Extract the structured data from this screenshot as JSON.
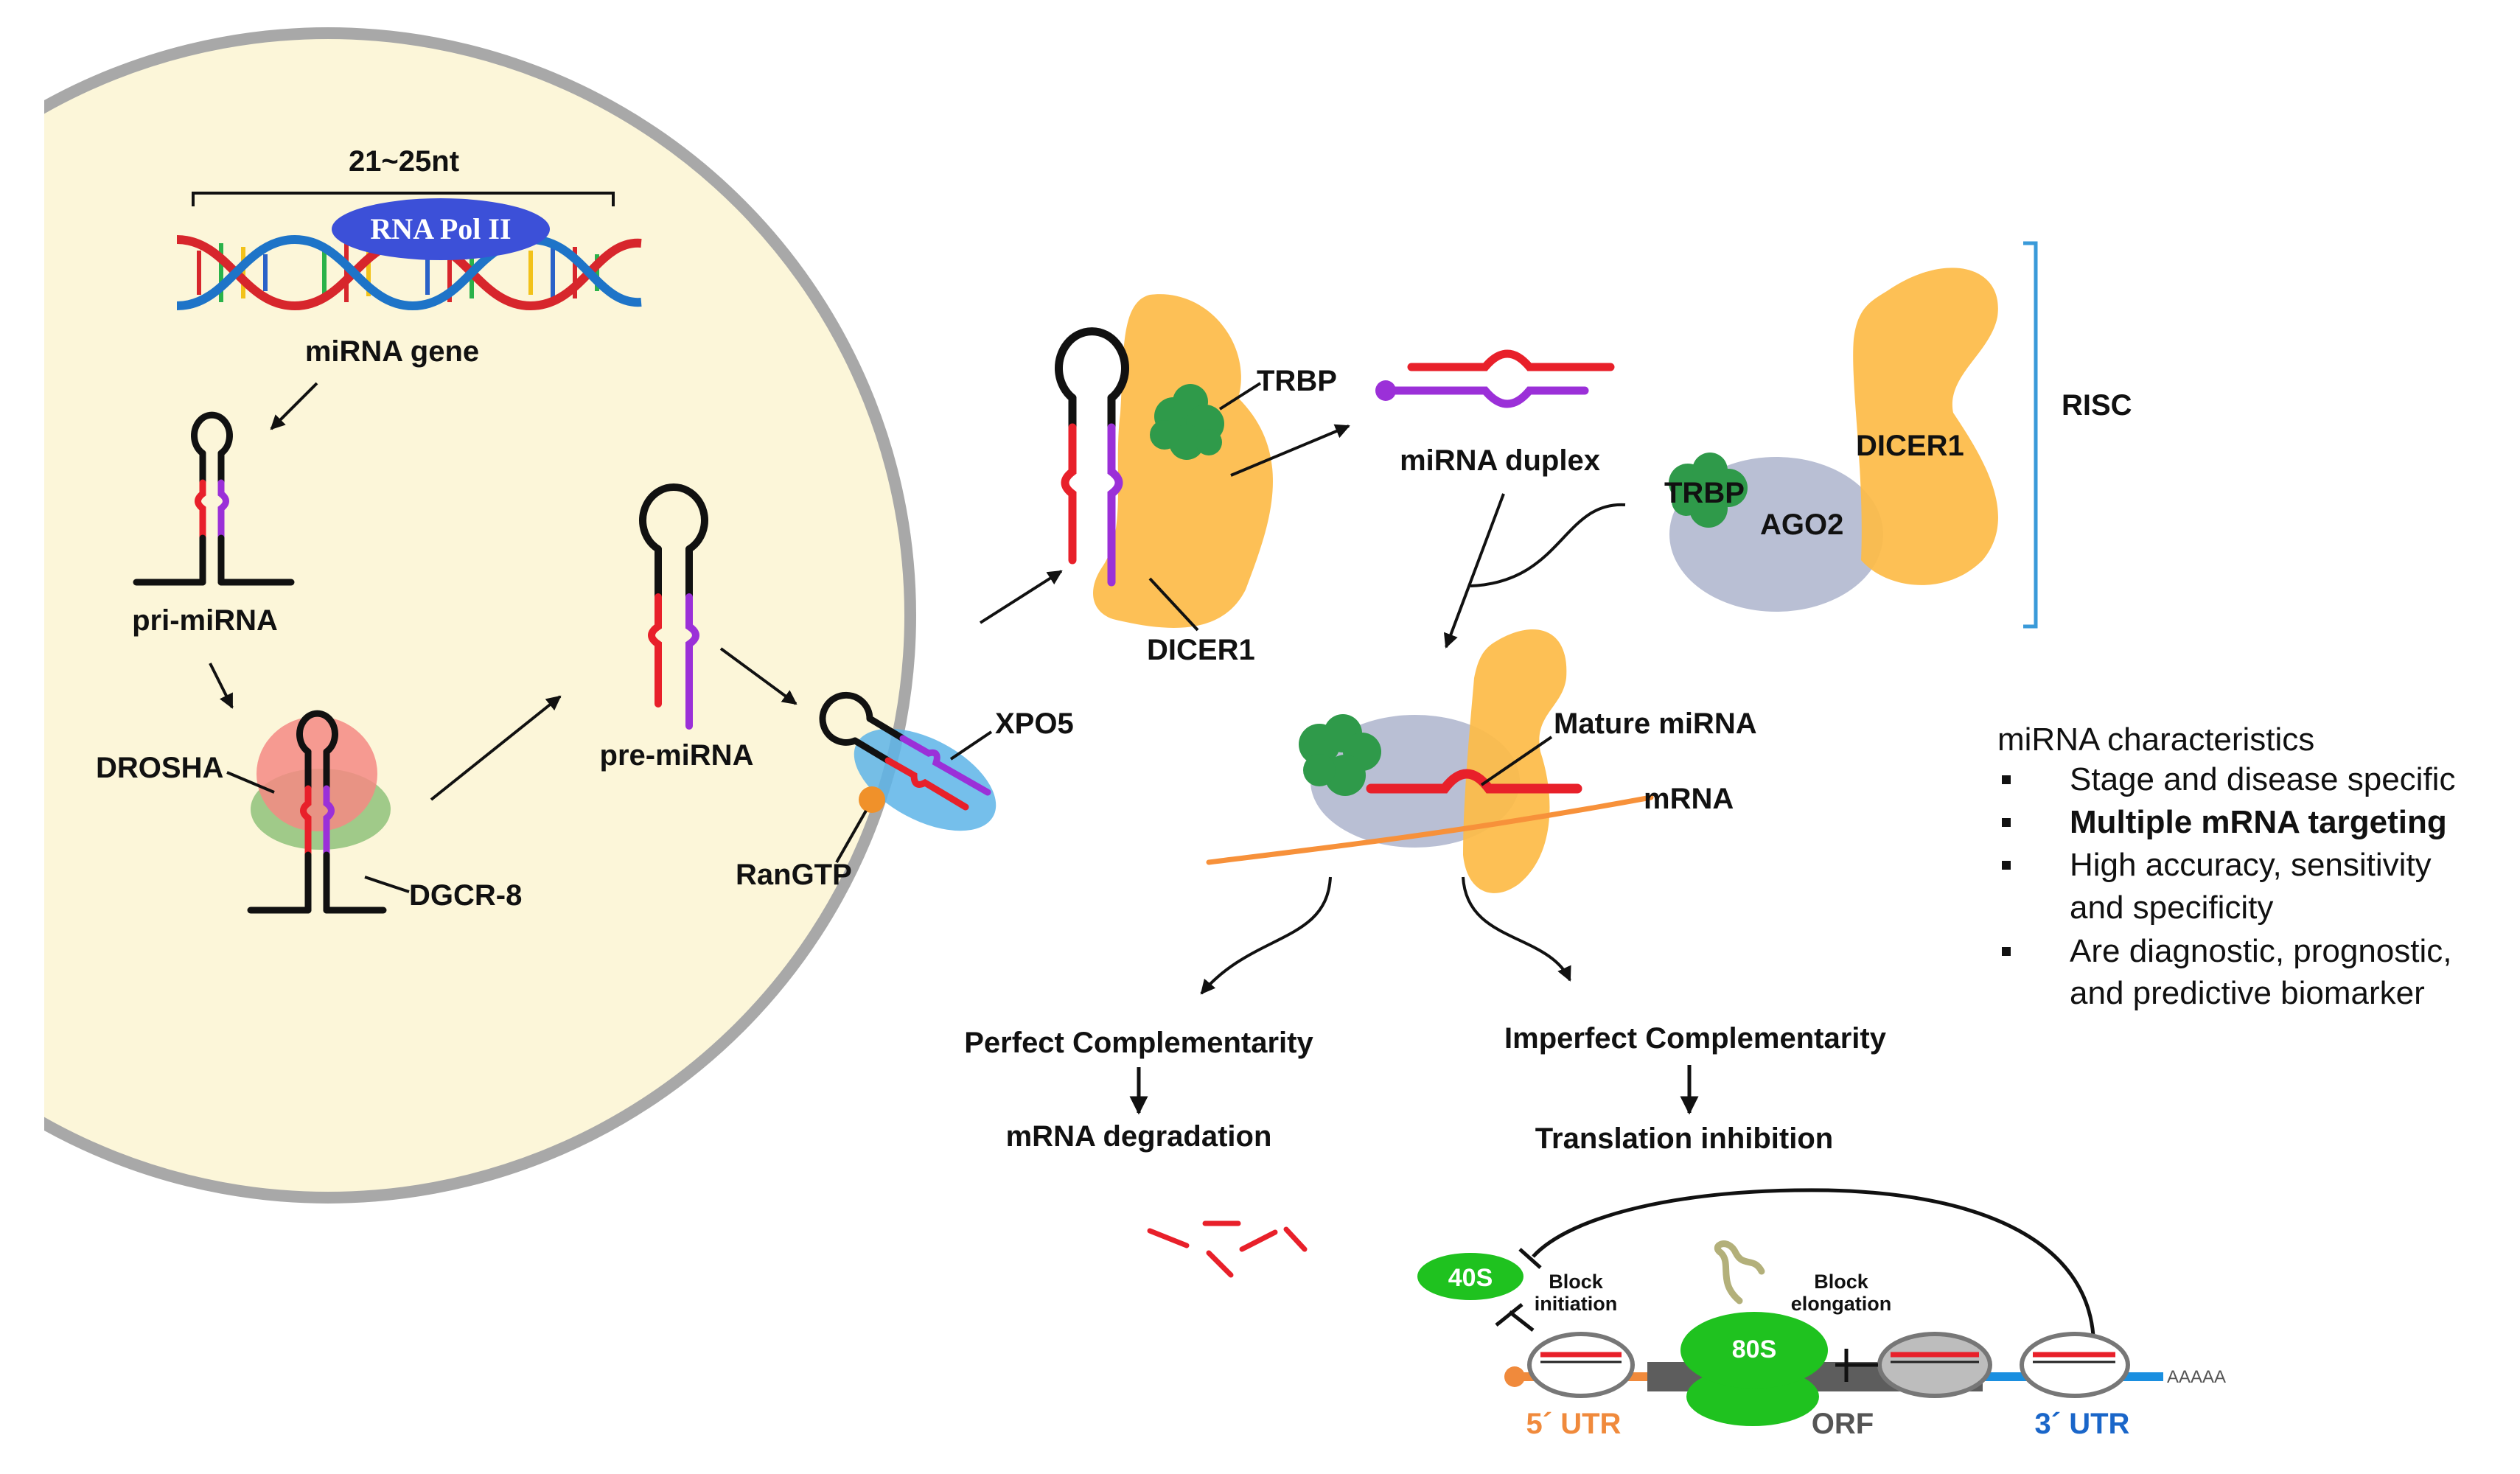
{
  "nucleus": {
    "length_label": "21~25nt",
    "pol_label": "RNA Pol II",
    "gene_label": "miRNA gene",
    "pri_label": "pri-miRNA",
    "drosha_label": "DROSHA",
    "dgcr_label": "DGCR-8",
    "pre_label": "pre-miRNA",
    "xpo5_label": "XPO5",
    "rangtp_label": "RanGTP"
  },
  "cytoplasm": {
    "trbp_label": "TRBP",
    "dicer_label": "DICER1",
    "duplex_label": "miRNA duplex",
    "risc_label": "RISC",
    "risc_trbp_label": "TRBP",
    "risc_ago_label": "AGO2",
    "risc_dicer_label": "DICER1",
    "mature_label": "Mature  miRNA",
    "mrna_label": "mRNA"
  },
  "outcomes": {
    "perfect_label": "Perfect Complementarity",
    "degradation_label": "mRNA degradation",
    "imperfect_label": "Imperfect Complementarity",
    "inhibition_label": "Translation inhibition"
  },
  "translation": {
    "s40_label": "40S",
    "s80_label": "80S",
    "block_init_1": "Block",
    "block_init_2": "initiation",
    "block_elong_1": "Block",
    "block_elong_2": "elongation",
    "utr5_label": "5´ UTR",
    "orf_label": "ORF",
    "utr3_label": "3´ UTR",
    "polya_label": "AAAAA"
  },
  "characteristics": {
    "title": "miRNA characteristics",
    "items": [
      "Stage and disease specific",
      "Multiple mRNA targeting",
      "High accuracy, sensitivity",
      "and specificity",
      "Are diagnostic, prognostic,",
      "and predictive biomarker"
    ]
  },
  "colors": {
    "nucleus_fill": "#fcf6d9",
    "nucleus_border": "#a8a8a8",
    "guide_strand": "#e8202a",
    "passenger_strand": "#9b30d8",
    "dicer": "#fdbb48",
    "ago2": "#b9bfd4",
    "trbp": "#2f9a4a",
    "ribosome": "#1fc21f",
    "risc_bracket": "#3a9ad9",
    "utr5": "#f08a3c",
    "utr3": "#1a8fe0"
  }
}
